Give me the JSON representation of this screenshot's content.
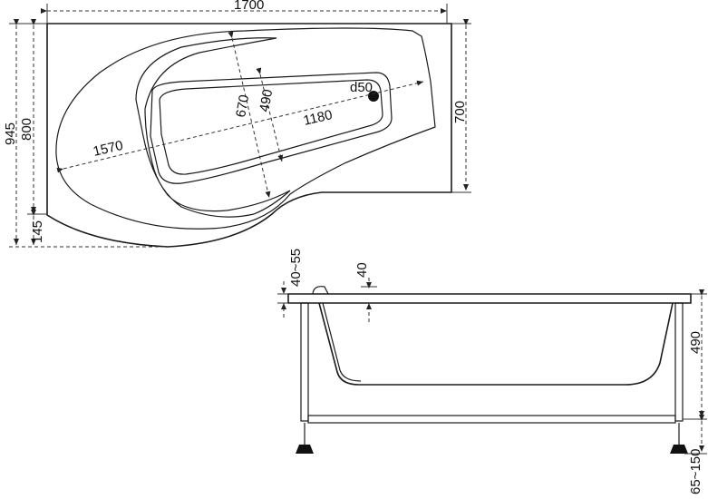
{
  "top_view": {
    "overall_length": "1700",
    "overall_width": "945",
    "side_width": "800",
    "corner_offset": "145",
    "right_depth": "700",
    "diagonal_length": "1570",
    "inner_length": "1180",
    "inner_width": "490",
    "outer_inner_width": "670",
    "drain": "d50"
  },
  "side_view": {
    "rim_offset": "40~55",
    "rim_thickness": "40",
    "height": "490",
    "leg_adjust": "65~150"
  }
}
